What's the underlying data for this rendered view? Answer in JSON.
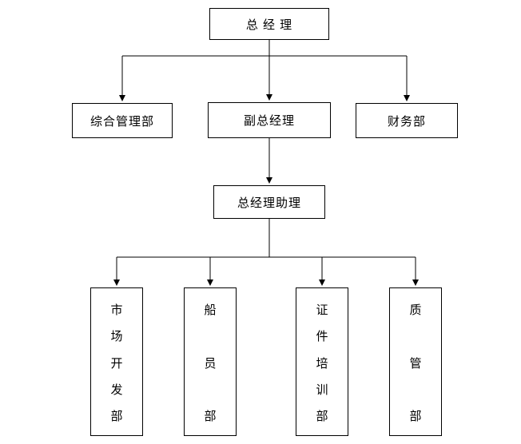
{
  "diagram": {
    "type": "org-chart",
    "line_color": "#000000",
    "box_border_color": "#000000",
    "background_color": "#ffffff",
    "nodes": {
      "general_manager": {
        "label": "总 经 理",
        "children": [
          "admin_dept",
          "deputy_gm",
          "finance_dept"
        ]
      },
      "admin_dept": {
        "label": "综合管理部",
        "children": []
      },
      "deputy_gm": {
        "label": "副总经理",
        "children": [
          "gm_assistant"
        ]
      },
      "finance_dept": {
        "label": "财务部",
        "children": []
      },
      "gm_assistant": {
        "label": "总经理助理",
        "children": [
          "market_dev_dept",
          "crew_dept",
          "cert_training_dept",
          "quality_dept"
        ]
      },
      "market_dev_dept": {
        "label": "市场开发部",
        "children": []
      },
      "crew_dept": {
        "label": "船员部",
        "children": []
      },
      "cert_training_dept": {
        "label": "证件培训部",
        "children": []
      },
      "quality_dept": {
        "label": "质管部",
        "children": []
      }
    }
  }
}
